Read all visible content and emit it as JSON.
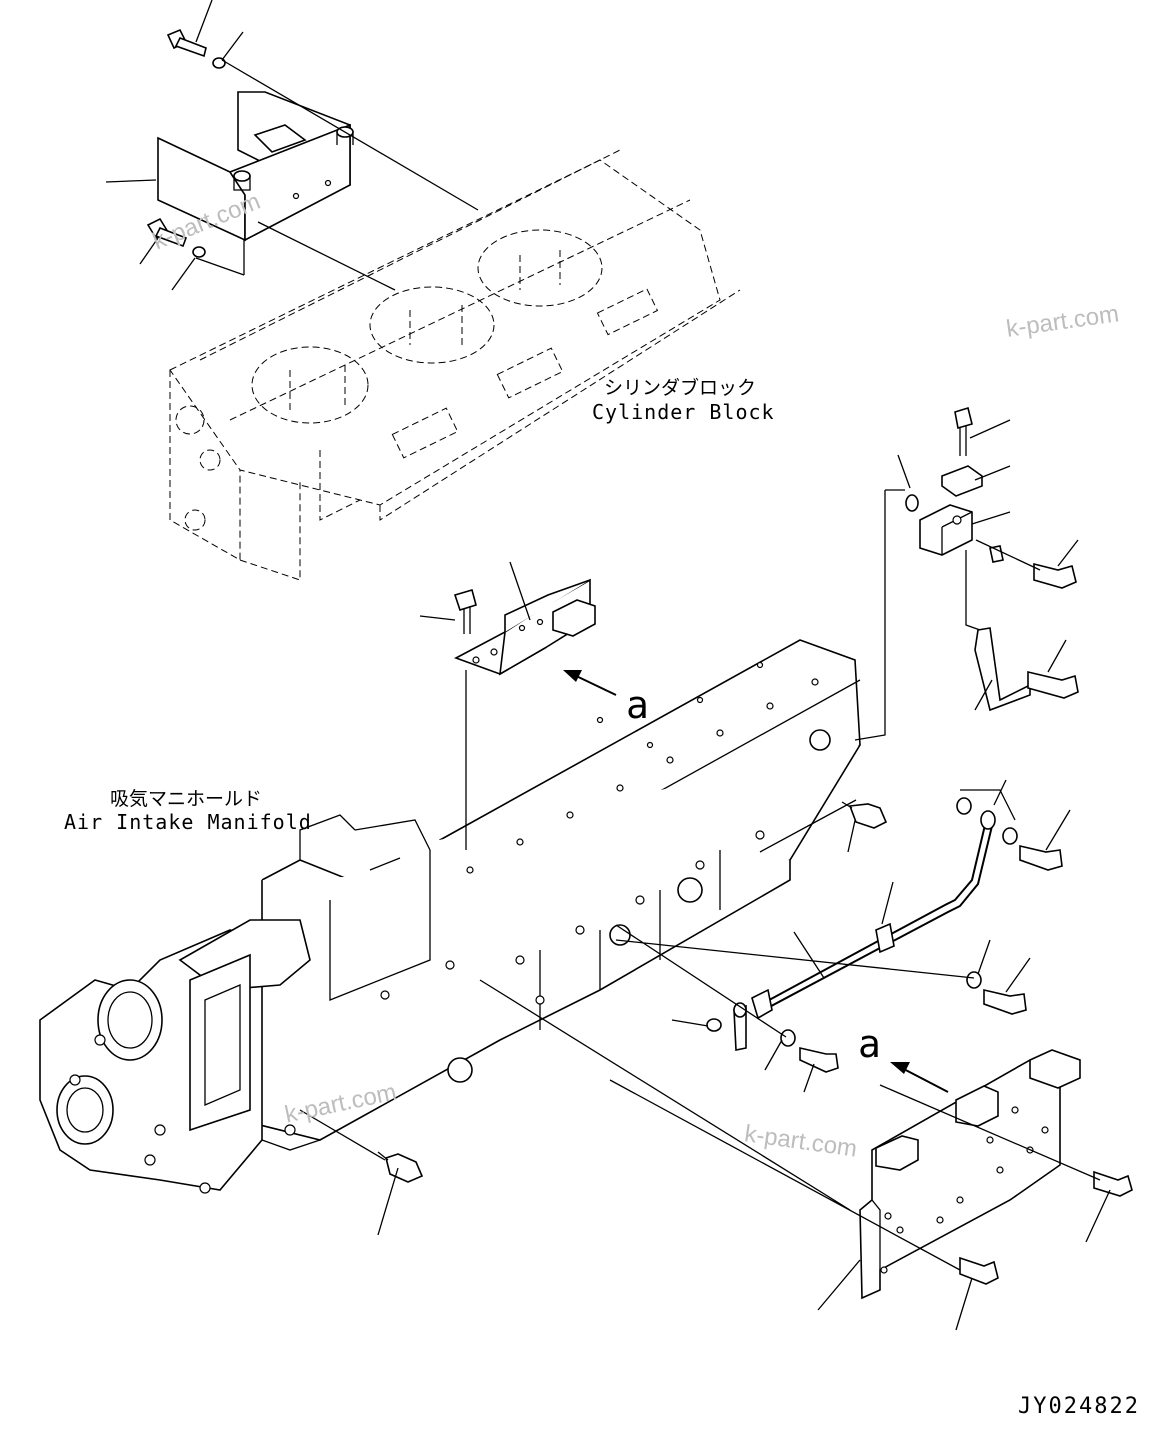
{
  "labels": {
    "cylinder_block_jp": "シリンダブロック",
    "cylinder_block_en": "Cylinder Block",
    "intake_manifold_jp": "吸気マニホールド",
    "intake_manifold_en": "Air Intake Manifold",
    "view_ref_upper": "a",
    "view_ref_lower": "a",
    "drawing_number": "JY024822"
  },
  "watermarks": [
    "k-part.com",
    "k-part.com",
    "k-part.com",
    "k-part.com"
  ],
  "colors": {
    "line": "#000000",
    "background": "#ffffff",
    "watermark": "#bdbdbd"
  }
}
